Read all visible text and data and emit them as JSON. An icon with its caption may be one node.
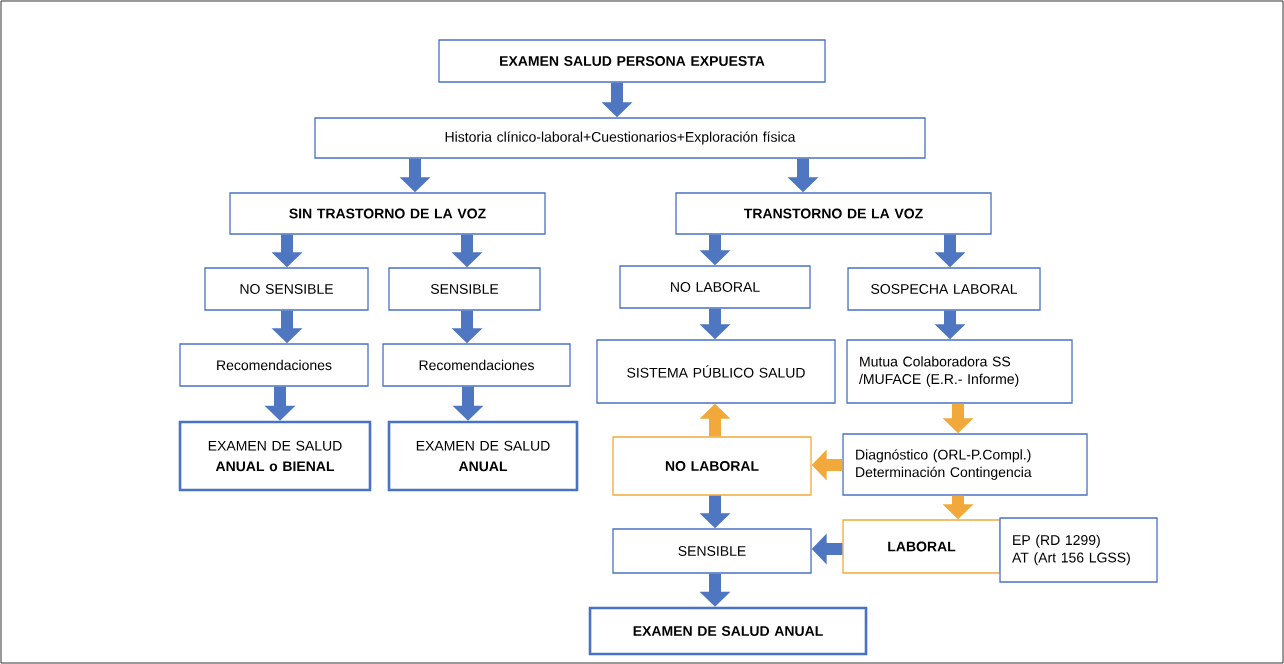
{
  "diagram": {
    "nodes": [
      {
        "text": [
          "EXAMEN SALUD PERSONA EXPUESTA"
        ]
      },
      {
        "text": [
          "Historia clínico-laboral+Cuestionarios+Exploración física"
        ]
      },
      {
        "text": [
          "SIN TRASTORNO DE LA VOZ"
        ]
      },
      {
        "text": [
          "TRANSTORNO DE LA VOZ"
        ]
      },
      {
        "text": [
          "NO SENSIBLE"
        ]
      },
      {
        "text": [
          "SENSIBLE"
        ]
      },
      {
        "text": [
          "NO LABORAL"
        ]
      },
      {
        "text": [
          "SOSPECHA LABORAL"
        ]
      },
      {
        "text": [
          "Recomendaciones"
        ]
      },
      {
        "text": [
          "Recomendaciones"
        ]
      },
      {
        "text": [
          "SISTEMA PÚBLICO SALUD"
        ]
      },
      {
        "text": [
          "Mutua Colaboradora SS /MUFACE (E.R.- Informe)"
        ]
      },
      {
        "text": [
          "EXAMEN DE SALUD",
          "ANUAL o BIENAL"
        ]
      },
      {
        "text": [
          "EXAMEN DE SALUD",
          "ANUAL"
        ]
      },
      {
        "text": [
          "NO LABORAL"
        ]
      },
      {
        "text": [
          "Diagnóstico (ORL-P.Compl.)",
          "Determinación Contingencia"
        ]
      },
      {
        "text": [
          "SENSIBLE"
        ]
      },
      {
        "text": [
          "LABORAL"
        ]
      },
      {
        "text": [
          "EP (RD 1299)",
          "AT (Art 156 LGSS)"
        ]
      },
      {
        "text": [
          "EXAMEN DE SALUD ANUAL"
        ]
      }
    ],
    "edges": [
      {
        "from": 0,
        "to": 1,
        "arrow": "to"
      },
      {
        "from": 1,
        "to": 2,
        "arrow": "to"
      },
      {
        "from": 1,
        "to": 3,
        "arrow": "to"
      },
      {
        "from": 2,
        "to": 4,
        "arrow": "to"
      },
      {
        "from": 2,
        "to": 5,
        "arrow": "to"
      },
      {
        "from": 3,
        "to": 6,
        "arrow": "to"
      },
      {
        "from": 3,
        "to": 7,
        "arrow": "to"
      },
      {
        "from": 4,
        "to": 8,
        "arrow": "to"
      },
      {
        "from": 5,
        "to": 9,
        "arrow": "to"
      },
      {
        "from": 6,
        "to": 10,
        "arrow": "to"
      },
      {
        "from": 7,
        "to": 11,
        "arrow": "to"
      },
      {
        "from": 8,
        "to": 12,
        "arrow": "to"
      },
      {
        "from": 9,
        "to": 13,
        "arrow": "to"
      },
      {
        "from": 11,
        "to": 15,
        "arrow": "to",
        "color": "#f2a93b"
      },
      {
        "from": 15,
        "to": 14,
        "arrow": "to",
        "color": "#f2a93b"
      },
      {
        "from": 14,
        "to": 10,
        "arrow": "to",
        "color": "#f2a93b"
      },
      {
        "from": 14,
        "to": 16,
        "arrow": "to"
      },
      {
        "from": 15,
        "to": 17,
        "arrow": "to",
        "color": "#f2a93b"
      },
      {
        "from": 17,
        "to": 16,
        "arrow": "to"
      },
      {
        "from": 16,
        "to": 19,
        "arrow": "to"
      }
    ]
  }
}
